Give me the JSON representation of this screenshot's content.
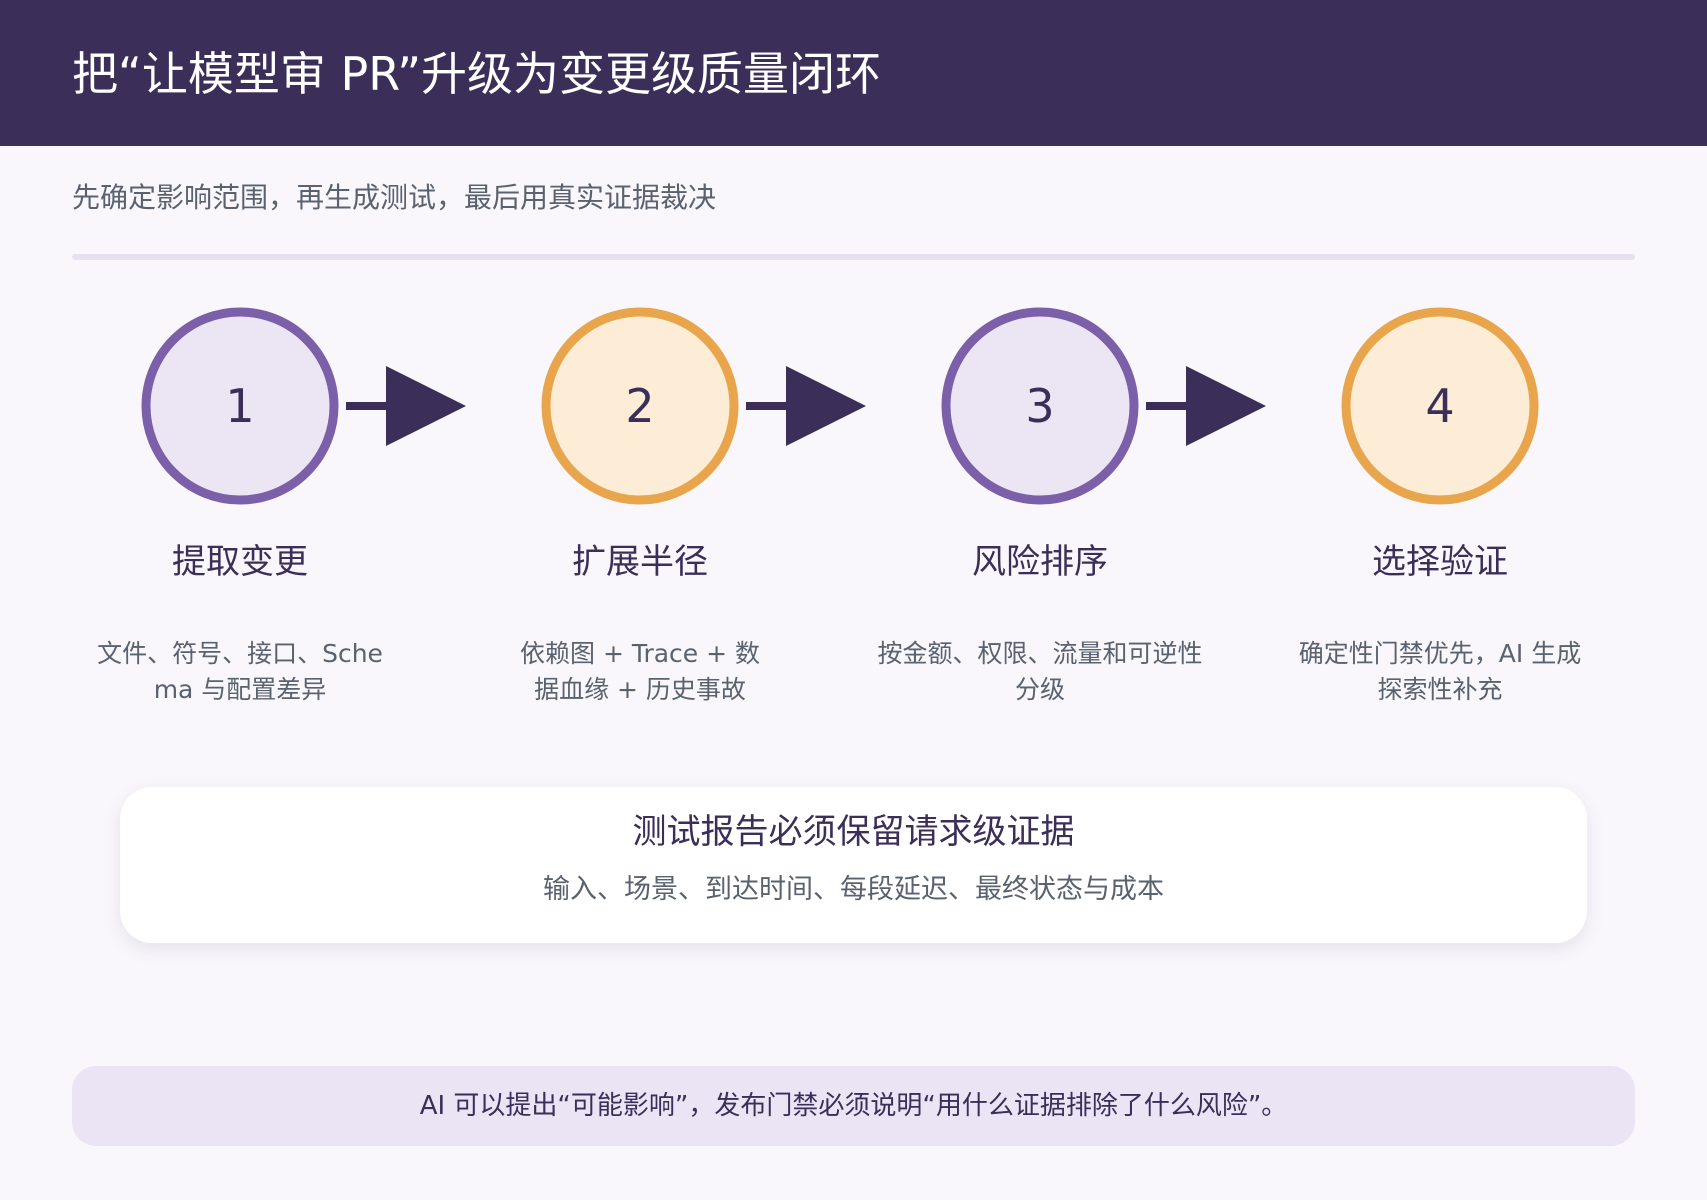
{
  "header": {
    "title": "把“让模型审 PR”升级为变更级质量闭环"
  },
  "subtitle": "先确定影响范围，再生成测试，最后用真实证据裁决",
  "steps": [
    {
      "number": "1",
      "title": "提取变更",
      "description": "文件、符号、接口、Schema 与配置差异"
    },
    {
      "number": "2",
      "title": "扩展半径",
      "description": "依赖图 + Trace + 数据血缘 + 历史事故"
    },
    {
      "number": "3",
      "title": "风险排序",
      "description": "按金额、权限、流量和可逆性分级"
    },
    {
      "number": "4",
      "title": "选择验证",
      "description": "确定性门禁优先，AI 生成探索性补充"
    }
  ],
  "evidence_card": {
    "title": "测试报告必须保留请求级证据",
    "subtitle": "输入、场景、到达时间、每段延迟、最终状态与成本"
  },
  "footer_note": "AI 可以提出“可能影响”，发布门禁必须说明“用什么证据排除了什么风险”。",
  "colors": {
    "purple": "#7b5fa8",
    "purple_fill": "#ece5f4",
    "orange": "#e8a54b",
    "orange_fill": "#fdecd6",
    "dark": "#3b2e58"
  }
}
